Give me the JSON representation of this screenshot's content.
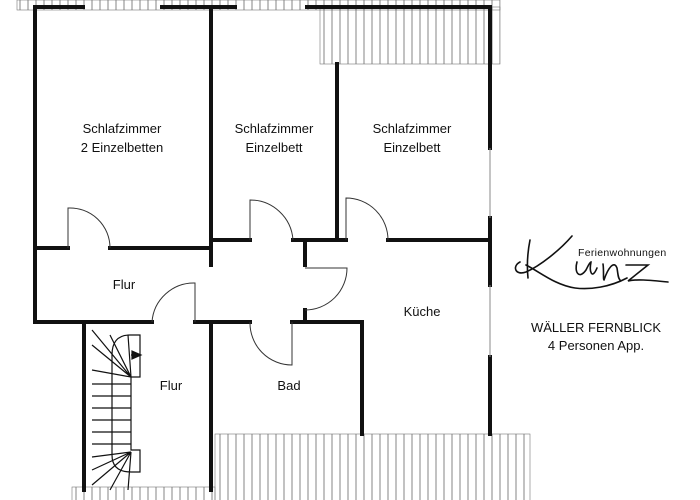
{
  "rooms": {
    "bedroom1": {
      "line1": "Schlafzimmer",
      "line2": "2 Einzelbetten"
    },
    "bedroom2": {
      "line1": "Schlafzimmer",
      "line2": "Einzelbett"
    },
    "bedroom3": {
      "line1": "Schlafzimmer",
      "line2": "Einzelbett"
    },
    "hall_upper": "Flur",
    "hall_lower": "Flur",
    "bath": "Bad",
    "kitchen": "Küche"
  },
  "logo": {
    "brand_script": "Kunz",
    "brand_small": "Ferienwohnungen",
    "title": "WÄLLER FERNBLICK",
    "subtitle": "4 Personen App."
  },
  "colors": {
    "wall": "#111111",
    "hatch": "#555555"
  }
}
